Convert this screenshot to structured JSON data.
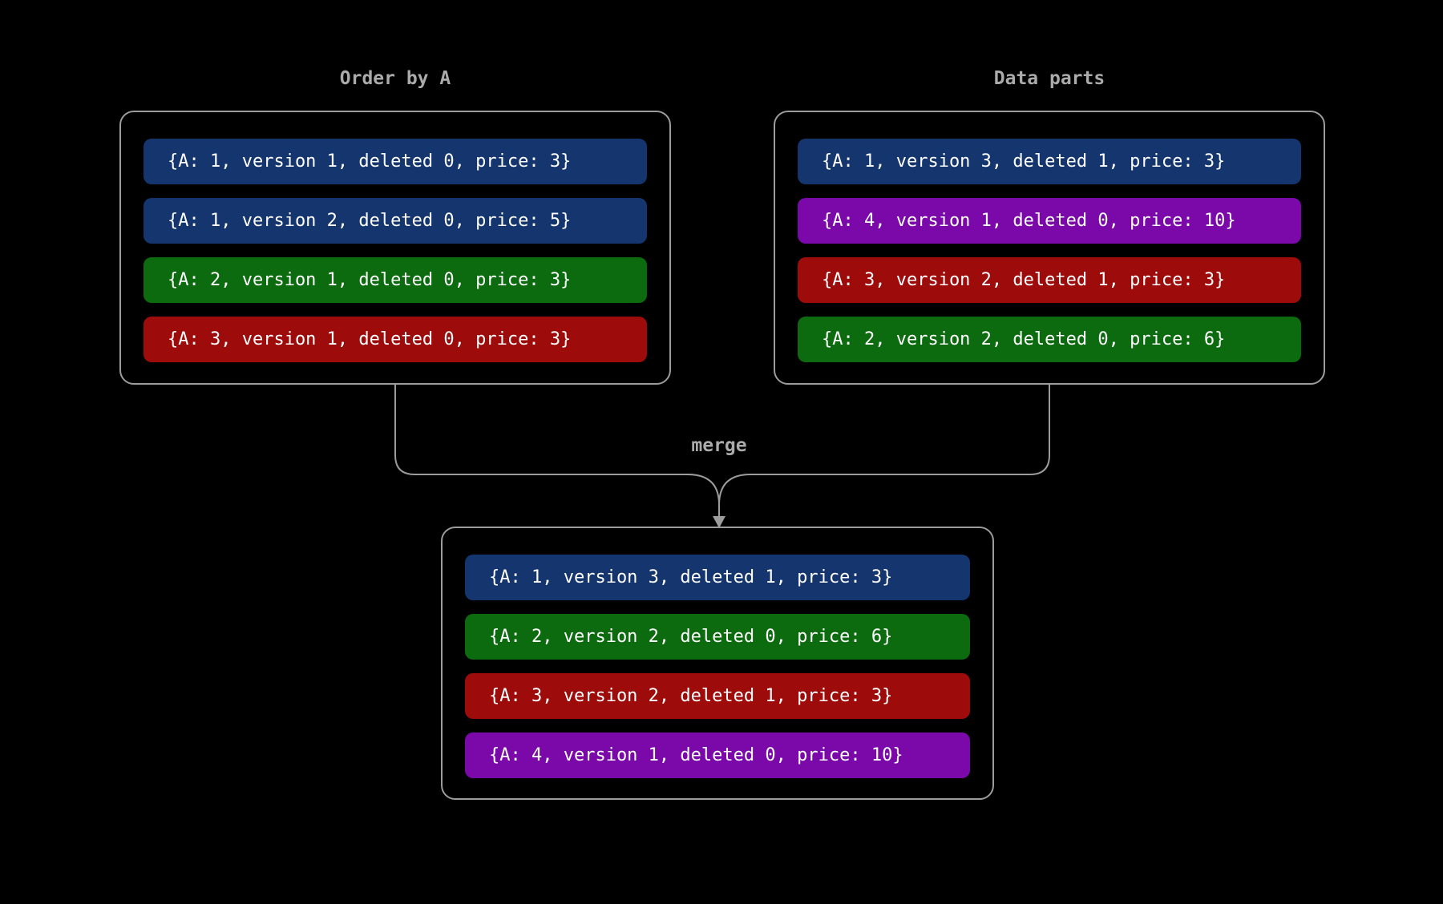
{
  "canvas": {
    "background": "#000000",
    "line_gray": "#9c9c9c",
    "title_gray": "#ababab",
    "row_text_color": "#ffffff"
  },
  "colors": {
    "blue": "#14356E",
    "green": "#0C6B0E",
    "red": "#9E0B0B",
    "purple": "#7B08A9"
  },
  "labels": {
    "merge": "merge"
  },
  "boxes": {
    "order_by_a": {
      "title": "Order by A",
      "rows": [
        {
          "color": "blue",
          "text": "{A: 1, version 1, deleted 0, price: 3}"
        },
        {
          "color": "blue",
          "text": "{A: 1, version 2, deleted 0, price: 5}"
        },
        {
          "color": "green",
          "text": "{A: 2, version 1, deleted 0, price: 3}"
        },
        {
          "color": "red",
          "text": "{A: 3, version 1, deleted 0, price: 3}"
        }
      ]
    },
    "data_parts": {
      "title": "Data parts",
      "rows": [
        {
          "color": "blue",
          "text": "{A: 1, version 3, deleted 1, price: 3}"
        },
        {
          "color": "purple",
          "text": "{A: 4, version 1, deleted 0, price: 10}"
        },
        {
          "color": "red",
          "text": "{A: 3, version 2, deleted 1, price: 3}"
        },
        {
          "color": "green",
          "text": "{A: 2, version 2, deleted 0, price: 6}"
        }
      ]
    },
    "merged": {
      "rows": [
        {
          "color": "blue",
          "text": "{A: 1, version 3, deleted 1, price: 3}"
        },
        {
          "color": "green",
          "text": "{A: 2, version 2, deleted 0, price: 6}"
        },
        {
          "color": "red",
          "text": "{A: 3, version 2, deleted 1, price: 3}"
        },
        {
          "color": "purple",
          "text": "{A: 4, version 1, deleted 0, price: 10}"
        }
      ]
    }
  }
}
